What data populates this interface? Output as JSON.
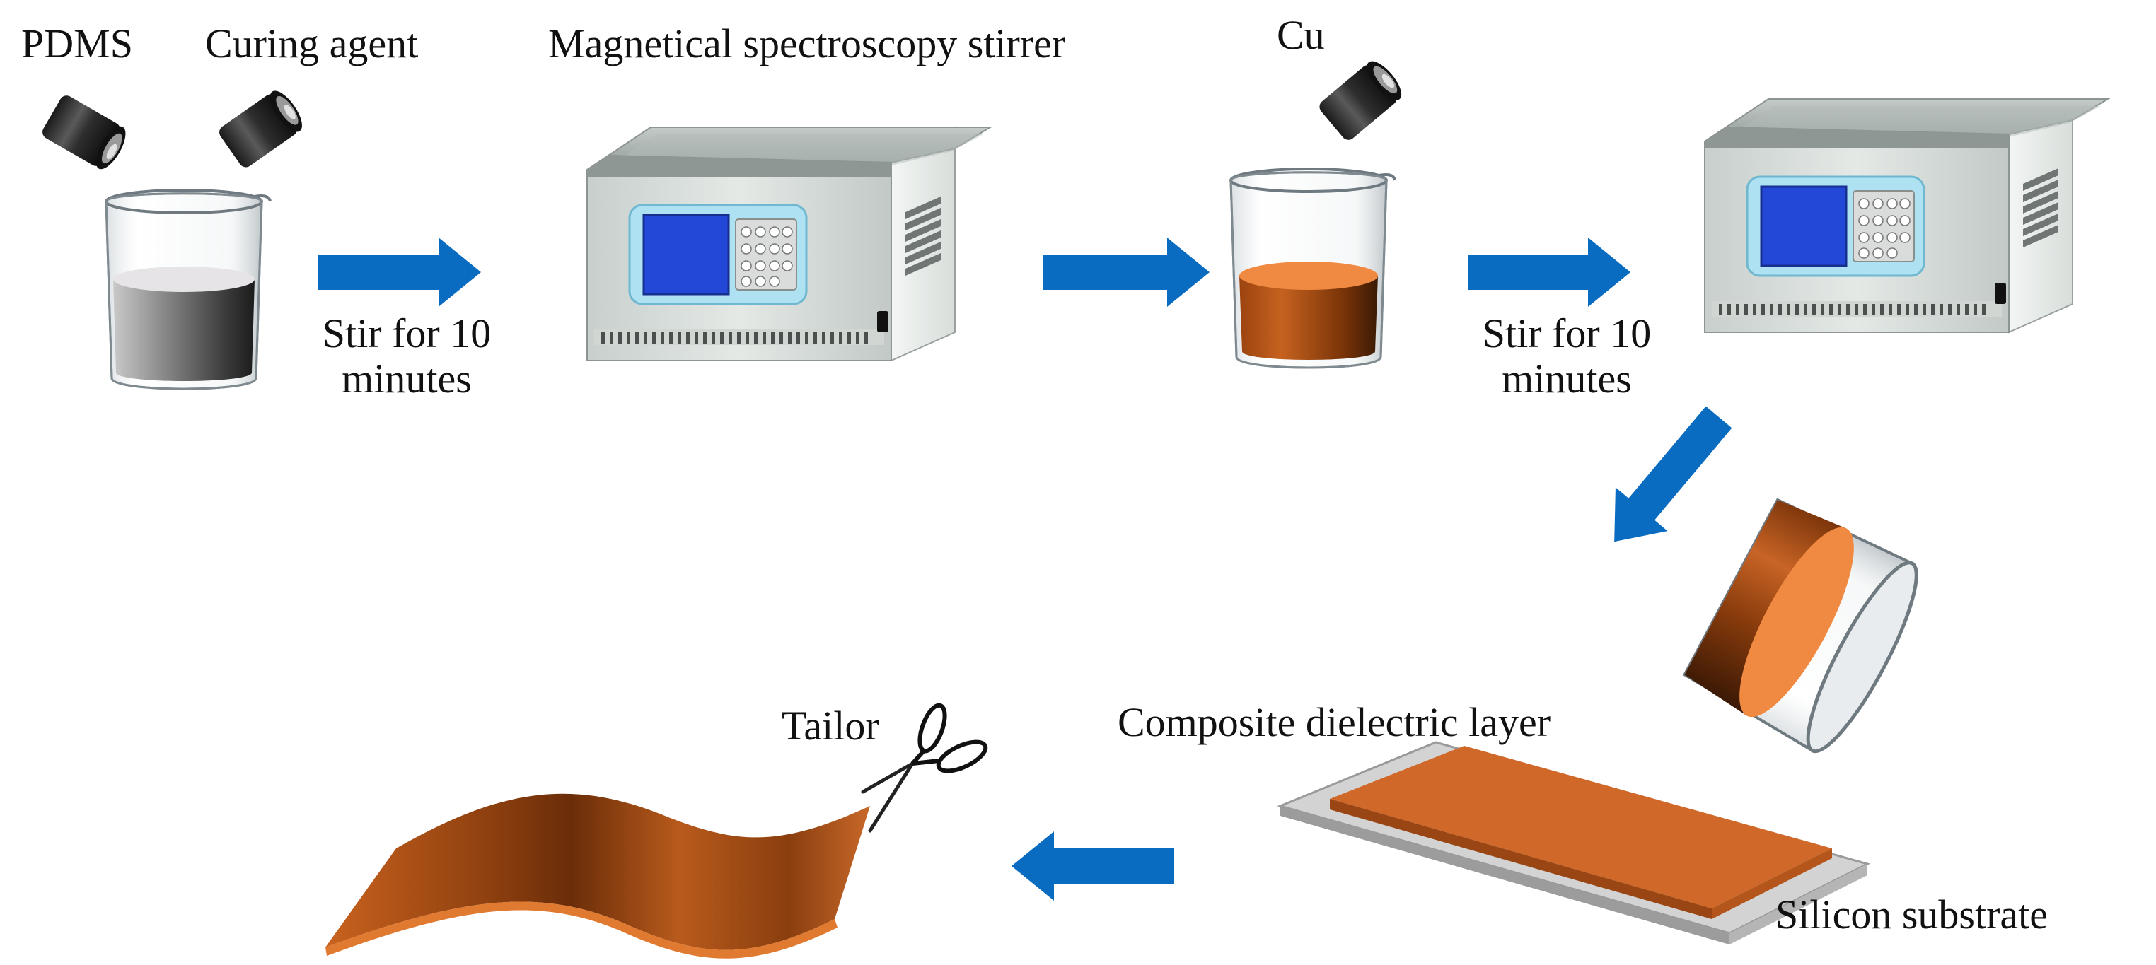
{
  "labels": {
    "pdms": "PDMS",
    "curing_agent": "Curing agent",
    "stirrer": "Magnetical spectroscopy stirrer",
    "cu": "Cu",
    "stir1_line1": "Stir for 10",
    "stir1_line2": "minutes",
    "stir2_line1": "Stir for 10",
    "stir2_line2": "minutes",
    "tailor": "Tailor",
    "composite": "Composite dielectric layer",
    "silicon": "Silicon substrate"
  },
  "colors": {
    "arrow": "#0a6cc0",
    "copper": "#d0682a",
    "copper_dark": "#7a3408",
    "copper_top": "#f08a42",
    "pdms_mix": "#5f5f5f",
    "stirrer_body": "#e9eeea",
    "stirrer_screen": "#2348d8",
    "substrate": "#bdbdbd"
  },
  "icons": {
    "bottle": "bottle-icon",
    "beaker": "beaker-icon",
    "stirrer": "stirrer-icon",
    "scissors": "scissors-icon",
    "arrow": "arrow-icon"
  }
}
